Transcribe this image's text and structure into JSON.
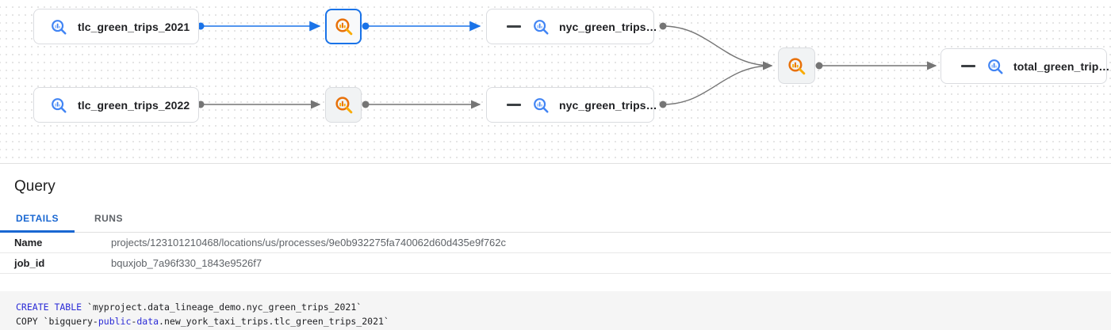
{
  "graph": {
    "nodes": [
      {
        "id": "tlc_2021",
        "type": "table",
        "label": "tlc_green_trips_2021"
      },
      {
        "id": "process_2021",
        "type": "process",
        "selected": true
      },
      {
        "id": "nyc_2021",
        "type": "table",
        "label": "nyc_green_trips…",
        "collapsible": true
      },
      {
        "id": "tlc_2022",
        "type": "table",
        "label": "tlc_green_trips_2022"
      },
      {
        "id": "process_2022",
        "type": "process",
        "selected": false
      },
      {
        "id": "nyc_2022",
        "type": "table",
        "label": "nyc_green_trips…",
        "collapsible": true
      },
      {
        "id": "process_merge",
        "type": "process",
        "selected": false
      },
      {
        "id": "total",
        "type": "table",
        "label": "total_green_trip…",
        "collapsible": true
      }
    ],
    "icons": {
      "table_icon": "bigquery-table-icon",
      "process_icon": "bigquery-job-icon"
    },
    "colors": {
      "selected_edge": "#1a73e8",
      "edge": "#757575",
      "process_accent": "#e8710a",
      "table_icon_blue": "#4285f4",
      "node_border": "#dadce0",
      "grid_dot": "#e5e5e5"
    }
  },
  "panel": {
    "title": "Query",
    "tabs": [
      {
        "label": "DETAILS",
        "active": true
      },
      {
        "label": "RUNS",
        "active": false
      }
    ],
    "details": [
      {
        "label": "Name",
        "value": "projects/123101210468/locations/us/processes/9e0b932275fa740062d60d435e9f762c"
      },
      {
        "label": "job_id",
        "value": "bquxjob_7a96f330_1843e9526f7"
      }
    ]
  },
  "code": {
    "language": "sql",
    "keyword_color": "#2b2bd6",
    "lines": [
      [
        {
          "text": "CREATE TABLE",
          "type": "keyword"
        },
        {
          "text": " `myproject.data_lineage_demo.nyc_green_trips_2021`",
          "type": "plain"
        }
      ],
      [
        {
          "text": "COPY `bigquery-",
          "type": "plain"
        },
        {
          "text": "public",
          "type": "keyword"
        },
        {
          "text": "-",
          "type": "plain"
        },
        {
          "text": "data",
          "type": "keyword"
        },
        {
          "text": ".new_york_taxi_trips.tlc_green_trips_2021`",
          "type": "plain"
        }
      ]
    ]
  }
}
